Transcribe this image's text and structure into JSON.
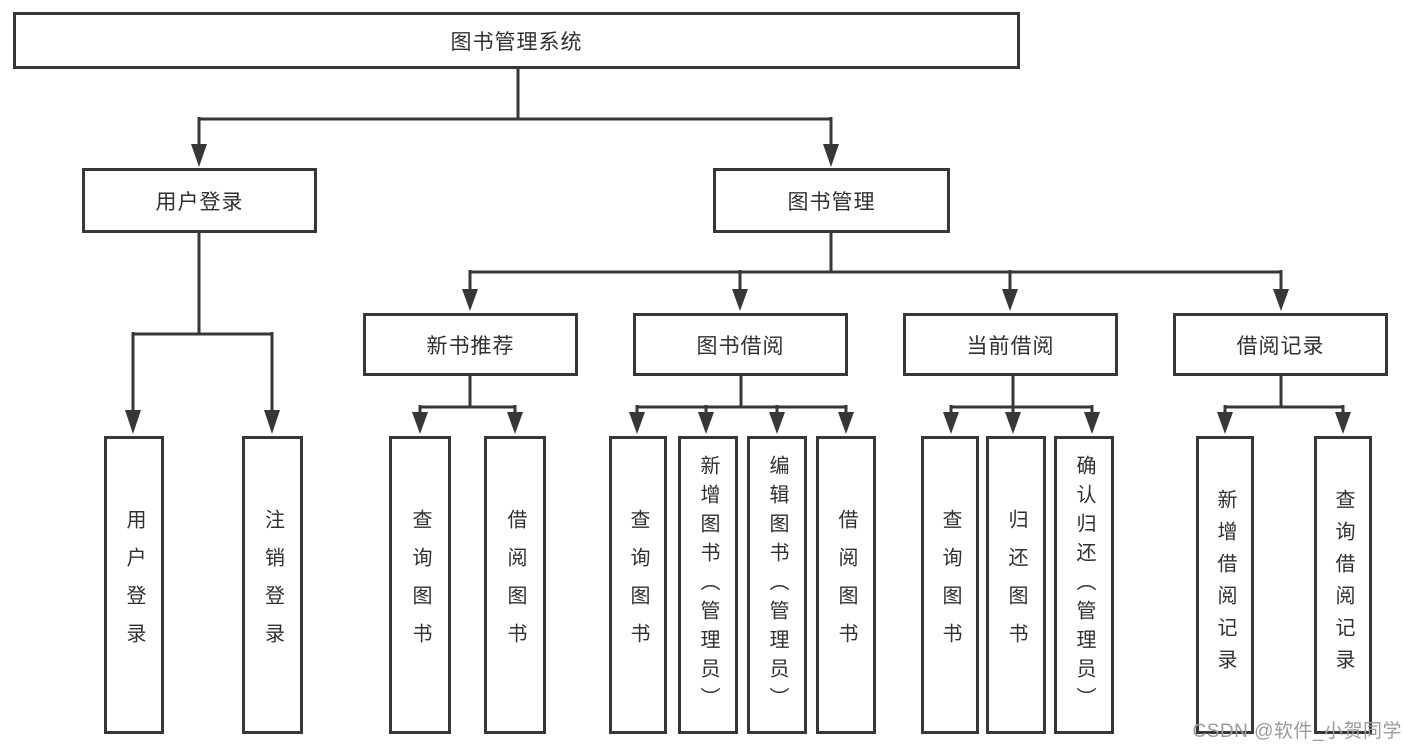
{
  "diagram_title": "图书管理系统",
  "tree": {
    "label": "图书管理系统",
    "children": [
      {
        "label": "用户登录",
        "children": [
          {
            "label": "用户登录"
          },
          {
            "label": "注销登录"
          }
        ]
      },
      {
        "label": "图书管理",
        "children": [
          {
            "label": "新书推荐",
            "children": [
              {
                "label": "查询图书"
              },
              {
                "label": "借阅图书"
              }
            ]
          },
          {
            "label": "图书借阅",
            "children": [
              {
                "label": "查询图书"
              },
              {
                "label": "新增图书（管理员）"
              },
              {
                "label": "编辑图书（管理员）"
              },
              {
                "label": "借阅图书"
              }
            ]
          },
          {
            "label": "当前借阅",
            "children": [
              {
                "label": "查询图书"
              },
              {
                "label": "归还图书"
              },
              {
                "label": "确认归还（管理员）"
              }
            ]
          },
          {
            "label": "借阅记录",
            "children": [
              {
                "label": "新增借阅记录"
              },
              {
                "label": "查询借阅记录"
              }
            ]
          }
        ]
      }
    ]
  },
  "watermark": "CSDN @软件_小贺同学",
  "colors": {
    "line": "#373737",
    "text": "#303030",
    "watermark": "#9b9b9b",
    "background": "#ffffff"
  }
}
